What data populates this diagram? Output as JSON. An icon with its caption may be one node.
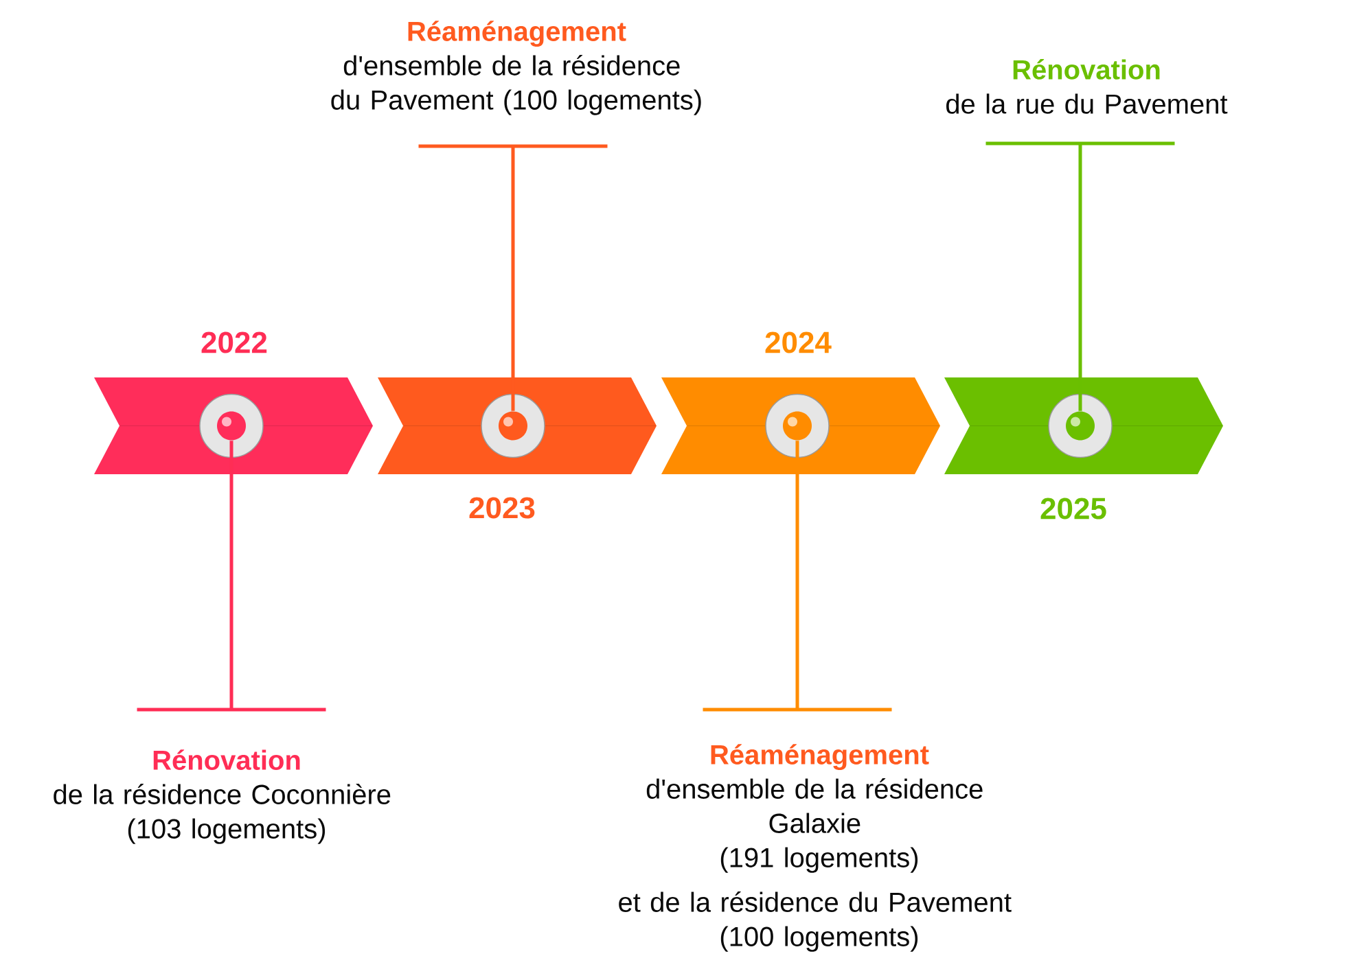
{
  "diagram": {
    "nodes": [
      {
        "text": [
          "2022"
        ]
      },
      {
        "text": [],
        "shape": "circle",
        "in": 0
      },
      {
        "text": [
          "Rénovation",
          "de la résidence Coconnière (103 logements)"
        ]
      },
      {
        "text": [
          "2023"
        ]
      },
      {
        "text": [],
        "shape": "circle",
        "in": 3
      },
      {
        "text": [
          "Réaménagement",
          "d'ensemble de la résidence du Pavement (100 logements)"
        ]
      },
      {
        "text": [
          "2024"
        ]
      },
      {
        "text": [],
        "shape": "circle",
        "in": 6
      },
      {
        "text": [
          "Réaménagement",
          "d'ensemble de la résidence Galaxie (191 logements)",
          "et de la résidence du Pavement (100 logements)"
        ]
      },
      {
        "text": [
          "2025"
        ]
      },
      {
        "text": [],
        "shape": "circle",
        "in": 9
      },
      {
        "text": [
          "Rénovation",
          "de la rue du Pavement"
        ]
      }
    ],
    "edges": [
      {
        "from": 2,
        "to": 1,
        "arrow": "none",
        "color": "#ff2d55"
      },
      {
        "from": 5,
        "to": 4,
        "arrow": "none",
        "color": "#ff5a1f"
      },
      {
        "from": 8,
        "to": 7,
        "arrow": "none",
        "color": "#ff8c00"
      },
      {
        "from": 11,
        "to": 10,
        "arrow": "none",
        "color": "#6abf00"
      }
    ]
  }
}
